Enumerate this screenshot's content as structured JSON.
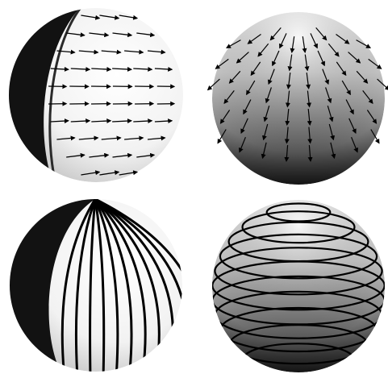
{
  "figure": {
    "panels": [
      {
        "id": "a",
        "sphere": "vertical-split-shading",
        "overlay": "arrows-horizontal-flow",
        "arrow_count_rows": 9
      },
      {
        "id": "b",
        "sphere": "vertical-gradient-shading",
        "overlay": "arrows-radiating-from-pole",
        "arrow_rings": 7
      },
      {
        "id": "c",
        "sphere": "vertical-split-shading",
        "overlay": "meridian-lines",
        "line_count": 11
      },
      {
        "id": "d",
        "sphere": "vertical-gradient-shading",
        "overlay": "latitude-contours",
        "contour_count": 11
      }
    ],
    "colors": {
      "background": "#ffffff",
      "ink": "#000000",
      "dark_shade": "#111111",
      "light_shade": "#f4f4f4"
    }
  }
}
